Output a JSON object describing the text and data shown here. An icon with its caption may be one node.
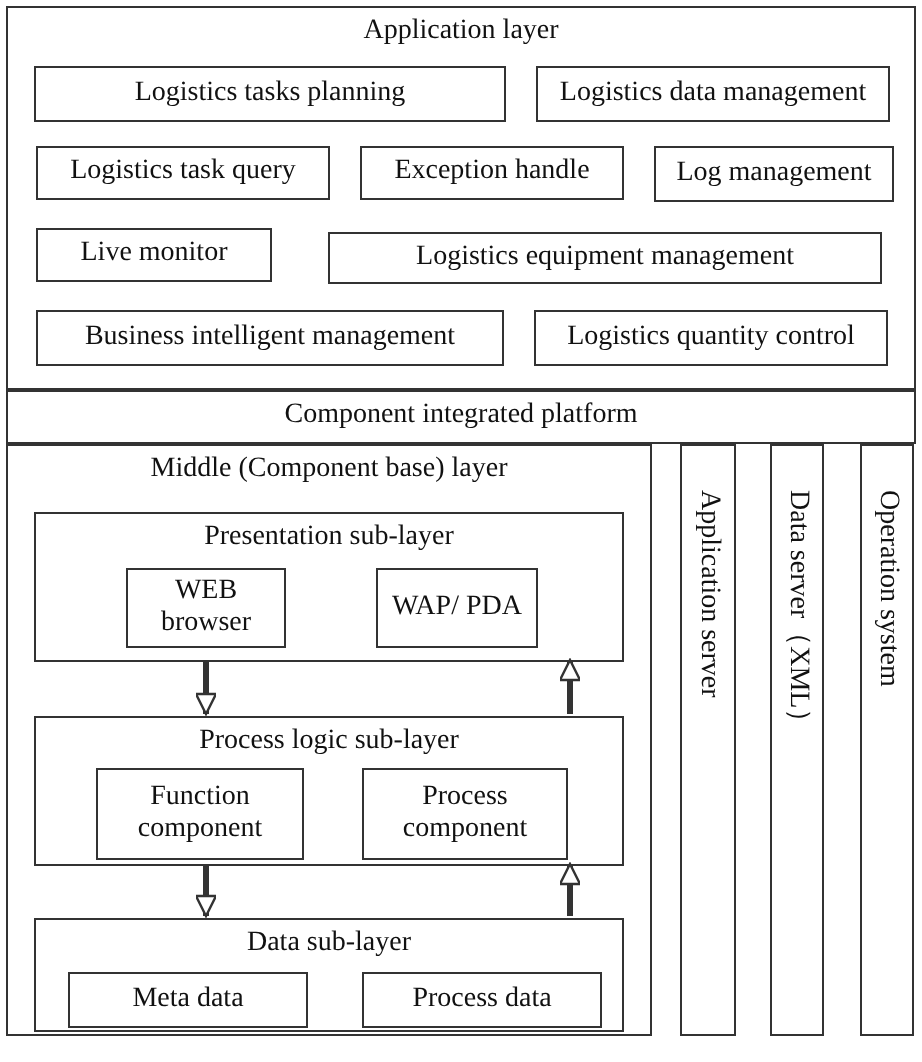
{
  "diagram": {
    "nodes": [
      {
        "text": [
          "Application layer"
        ]
      },
      {
        "text": [
          "Logistics tasks planning"
        ],
        "in": 0
      },
      {
        "text": [
          "Logistics data management"
        ],
        "in": 0
      },
      {
        "text": [
          "Logistics task query"
        ],
        "in": 0
      },
      {
        "text": [
          "Exception handle"
        ],
        "in": 0
      },
      {
        "text": [
          "Log management"
        ],
        "in": 0
      },
      {
        "text": [
          "Live monitor"
        ],
        "in": 0
      },
      {
        "text": [
          "Logistics equipment management"
        ],
        "in": 0
      },
      {
        "text": [
          "Business intelligent management"
        ],
        "in": 0
      },
      {
        "text": [
          "Logistics quantity control"
        ],
        "in": 0
      },
      {
        "text": [
          "Component integrated platform"
        ]
      },
      {
        "text": [
          "Middle (Component base) layer"
        ]
      },
      {
        "text": [
          "Presentation sub-layer"
        ],
        "in": 11
      },
      {
        "text": [
          "WEB browser"
        ],
        "in": 12
      },
      {
        "text": [
          "WAP/ PDA"
        ],
        "in": 12
      },
      {
        "text": [
          "Process logic sub-layer"
        ],
        "in": 11
      },
      {
        "text": [
          "Function component"
        ],
        "in": 15
      },
      {
        "text": [
          "Process component"
        ],
        "in": 15
      },
      {
        "text": [
          "Data sub-layer"
        ],
        "in": 11
      },
      {
        "text": [
          "Meta data"
        ],
        "in": 18
      },
      {
        "text": [
          "Process data"
        ],
        "in": 18
      },
      {
        "text": [
          "Application server"
        ]
      },
      {
        "text": [
          "Data server（XML）"
        ]
      },
      {
        "text": [
          "Operation system"
        ]
      }
    ],
    "edges": [
      {
        "from": 12,
        "to": 15,
        "arrow": "to"
      },
      {
        "from": 15,
        "to": 12,
        "arrow": "to"
      },
      {
        "from": 15,
        "to": 18,
        "arrow": "to"
      },
      {
        "from": 18,
        "to": 15,
        "arrow": "to"
      }
    ]
  }
}
